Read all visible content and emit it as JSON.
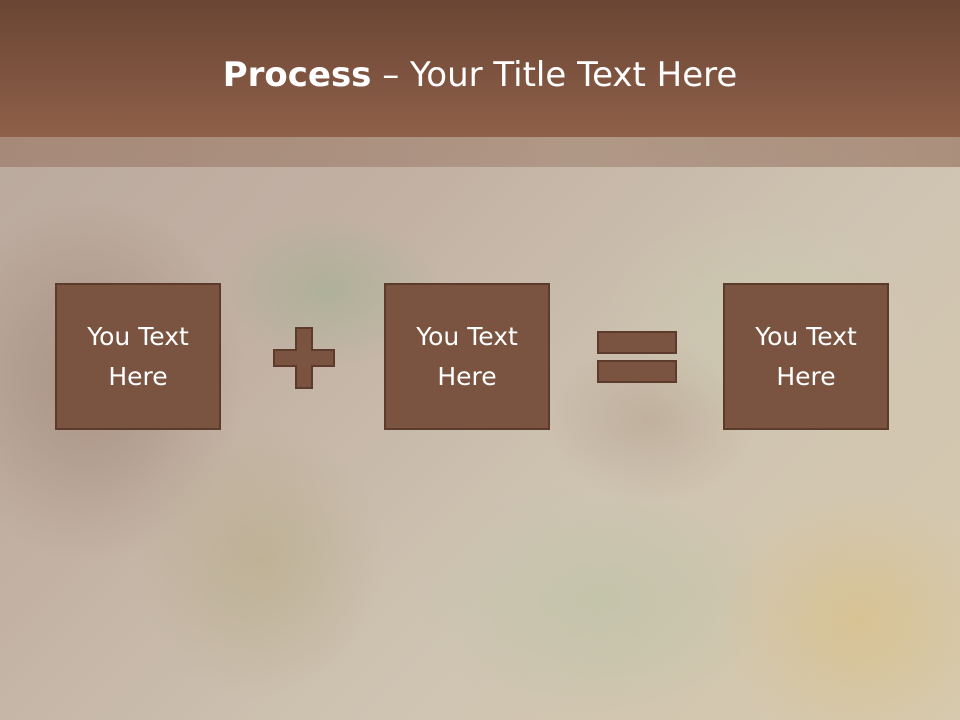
{
  "slide": {
    "title_bold": "Process",
    "title_rest": " – Your Title Text Here",
    "boxes": [
      {
        "text": "You Text Here"
      },
      {
        "text": "You Text Here"
      },
      {
        "text": "You Text Here"
      }
    ],
    "operators": [
      "plus-icon",
      "equals-icon"
    ]
  },
  "colors": {
    "header": "#7e5440",
    "box_fill": "#7a5441",
    "box_border": "#5c3b2c",
    "text": "#ffffff"
  }
}
